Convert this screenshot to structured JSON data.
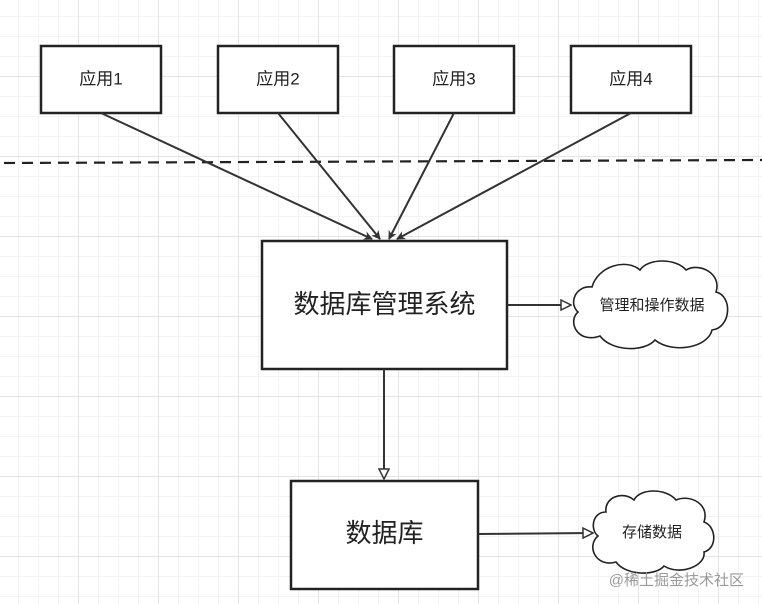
{
  "apps": [
    {
      "label": "应用1"
    },
    {
      "label": "应用2"
    },
    {
      "label": "应用3"
    },
    {
      "label": "应用4"
    }
  ],
  "dbms": {
    "label": "数据库管理系统"
  },
  "database": {
    "label": "数据库"
  },
  "notes": {
    "dbms_note": "管理和操作数据",
    "db_note": "存储数据"
  },
  "watermark": "@稀土掘金技术社区"
}
